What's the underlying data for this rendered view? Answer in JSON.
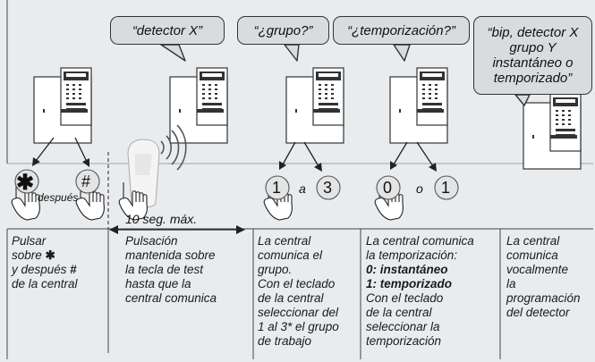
{
  "bubbles": {
    "detector": "“detector X”",
    "grupo": "“¿grupo?”",
    "temporizacion": "“¿temporización?”",
    "final_lines": [
      "“bip, detector X",
      "grupo Y",
      "instantáneo o",
      "temporizado”"
    ]
  },
  "keys": {
    "star": "✱",
    "hash": "#",
    "one_a": "1",
    "three": "3",
    "zero": "0",
    "one_b": "1"
  },
  "labels": {
    "despues": "después",
    "a": "a",
    "o": "o",
    "range": "10 seg. máx."
  },
  "captions": {
    "col1_line1": "Pulsar",
    "col1_line2_a": "sobre ",
    "col1_line2_b": "✱",
    "col1_line3_a": "y después ",
    "col1_line3_b": "#",
    "col1_line4": "de la central",
    "col2": "Pulsación\nmantenida sobre\nla tecla de test\nhasta que la\ncentral comunica",
    "col3": "La central\ncomunica el\ngrupo.\nCon el teclado\nde la central\nseleccionar del\n1 al 3* el grupo\nde trabajo",
    "col4_top": "La central comunica\nla temporización:",
    "col4_bold1": "0: instantáneo",
    "col4_bold2": "1: temporizado",
    "col4_bottom": "Con el teclado\nde la central\nseleccionar la\ntemporización",
    "col5": "La central\ncomunica\nvocalmente\nla\nprogramación\ndel detector"
  }
}
